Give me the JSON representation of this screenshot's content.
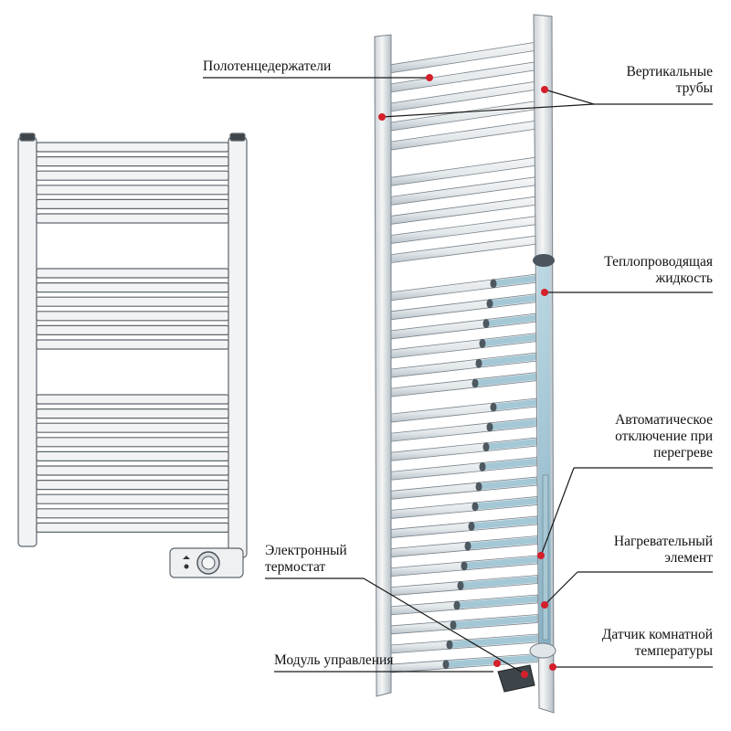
{
  "colors": {
    "frame": "#eef1f3",
    "frame_stroke": "#6f7880",
    "fluid": "#8fb9cc",
    "marker": "#d4202a",
    "line": "#1a1a1a"
  },
  "labels": {
    "towel_holders": "Полотенцедержатели",
    "vertical_pipes_1": "Вертикальные",
    "vertical_pipes_2": "трубы",
    "fluid_1": "Теплопроводящая",
    "fluid_2": "жидкость",
    "auto_off_1": "Автоматическое",
    "auto_off_2": "отключение при",
    "auto_off_3": "перегреве",
    "heating_1": "Нагревательный",
    "heating_2": "элемент",
    "thermostat_1": "Электронный",
    "thermostat_2": "термостат",
    "control_module": "Модуль управления",
    "room_sensor_1": "Датчик комнатной",
    "room_sensor_2": "температуры"
  },
  "icons": {
    "small_radiator": "front-view-radiator-icon",
    "large_radiator": "cutaway-radiator-icon",
    "control_unit": "thermostat-dial-icon"
  }
}
